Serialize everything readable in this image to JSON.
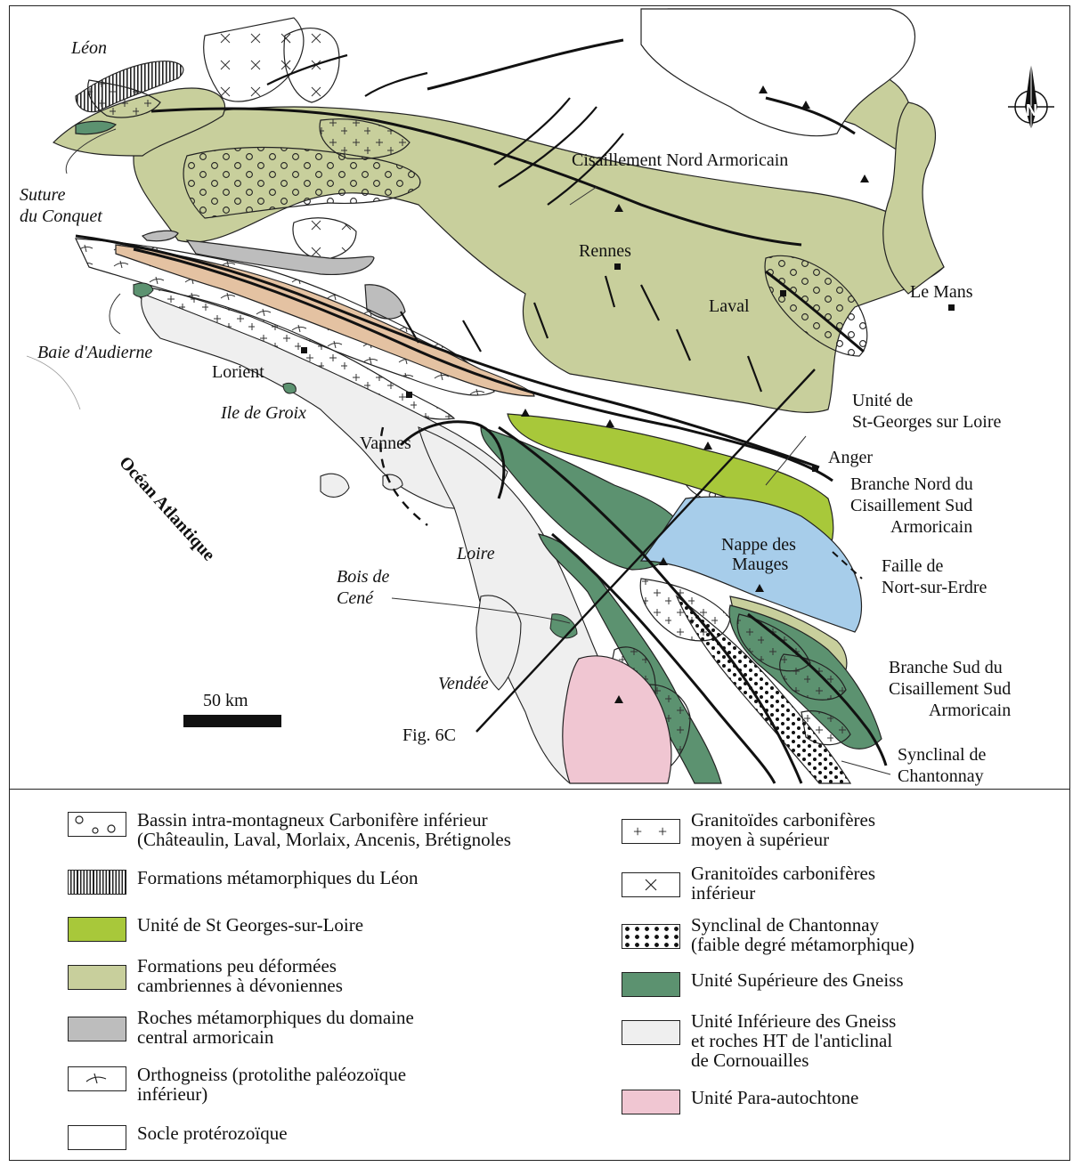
{
  "map": {
    "place_labels": {
      "leon": "Léon",
      "suture": "Suture\ndu Conquet",
      "baie": "Baie d'Audierne",
      "lorient": "Lorient",
      "groix": "Ile de Groix",
      "vannes": "Vannes",
      "ocean": "Océan Atlantique",
      "loire": "Loire",
      "bois": "Bois de\nCené",
      "vendee": "Vendée",
      "rennes": "Rennes",
      "laval": "Laval",
      "lemans": "Le Mans",
      "anger": "Anger",
      "cna": "Cisaillement Nord Armoricain",
      "stgeorges": "Unité de\nSt-Georges sur Loire",
      "branche_nord": "Branche Nord du\nCisaillement Sud\nArmoricain",
      "nappe": "Nappe des\nMauges",
      "faille": "Faille de\nNort-sur-Erdre",
      "branche_sud": "Branche Sud du\nCisaillement Sud\nArmoricain",
      "synclinal": "Synclinal de\nChantonnay",
      "fig": "Fig. 6C"
    },
    "scale_label": "50 km",
    "colors": {
      "olive": "#c8cf9c",
      "lime": "#a8c83a",
      "gray": "#bdbdbd",
      "salmon": "#e4c2a2",
      "darkgreen": "#5c9270",
      "lightgray": "#efefef",
      "pink": "#f0c6d2",
      "blue": "#a7cdea"
    },
    "icons": [
      "north-arrow-icon"
    ]
  },
  "legend": {
    "left": [
      {
        "swatch": "circles",
        "text": "Bassin intra-montagneux Carbonifère inférieur\n(Châteaulin, Laval, Morlaix, Ancenis, Brétignoles"
      },
      {
        "swatch": "vertical-lines",
        "text": "Formations métamorphiques du Léon"
      },
      {
        "swatch": "lime",
        "text": "Unité de St Georges-sur-Loire"
      },
      {
        "swatch": "olive",
        "text": "Formations peu déformées\ncambriennes à dévoniennes"
      },
      {
        "swatch": "gray",
        "text": "Roches métamorphiques du domaine\ncentral armoricain"
      },
      {
        "swatch": "orthogneiss",
        "text": "Orthogneiss (protolithe paléozoïque\ninférieur)"
      },
      {
        "swatch": "white",
        "text": "Socle protérozoïque"
      }
    ],
    "right": [
      {
        "swatch": "plus",
        "text": "Granitoïdes carbonifères\nmoyen à supérieur"
      },
      {
        "swatch": "cross",
        "text": "Granitoïdes carbonifères\n inférieur"
      },
      {
        "swatch": "dots",
        "text": "Synclinal de Chantonnay\n(faible degré métamorphique)"
      },
      {
        "swatch": "darkgreen",
        "text": "Unité Supérieure des Gneiss"
      },
      {
        "swatch": "lightgray",
        "text": "Unité Inférieure des Gneiss\net roches HT de l'anticlinal\nde Cornouailles"
      },
      {
        "swatch": "pink",
        "text": "Unité Para-autochtone"
      }
    ]
  }
}
